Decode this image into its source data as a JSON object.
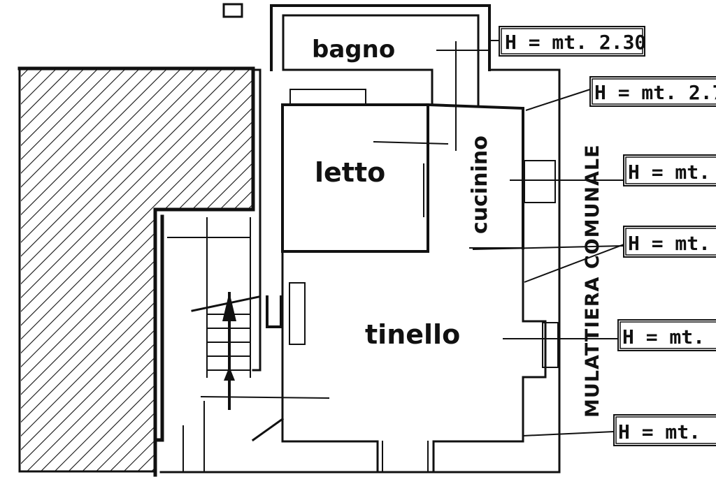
{
  "rooms": {
    "bagno": "bagno",
    "letto": "letto",
    "cucinino": "cucinino",
    "tinello": "tinello"
  },
  "street": "MULATTIERA COMUNALE",
  "heights": [
    "H = mt. 2.30",
    "H = mt. 2.7",
    "H = mt.",
    "H = mt.",
    "H = mt. :",
    "H = mt. :"
  ],
  "colors": {
    "ink": "#111111",
    "paper": "#ffffff"
  }
}
